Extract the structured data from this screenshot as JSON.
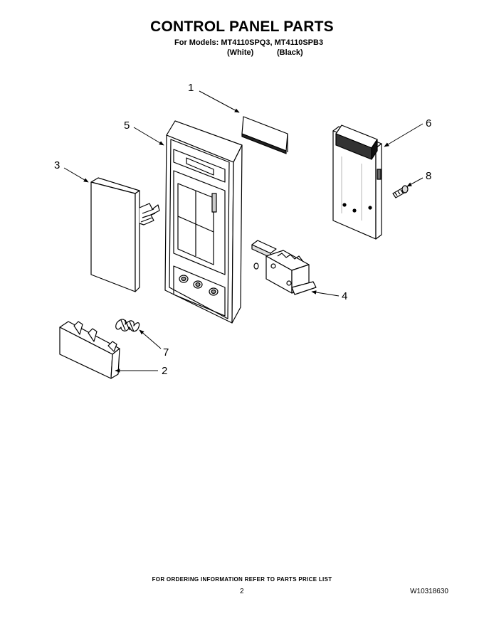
{
  "header": {
    "title": "CONTROL PANEL PARTS",
    "models_line": "For Models: MT4110SPQ3, MT4110SPB3",
    "variant_white": "(White)",
    "variant_black": "(Black)"
  },
  "callouts": {
    "c1": "1",
    "c2": "2",
    "c3": "3",
    "c4": "4",
    "c5": "5",
    "c6": "6",
    "c7": "7",
    "c8": "8"
  },
  "footer": {
    "note": "FOR ORDERING INFORMATION REFER TO PARTS PRICE LIST",
    "page_number": "2",
    "document_number": "W10318630"
  }
}
